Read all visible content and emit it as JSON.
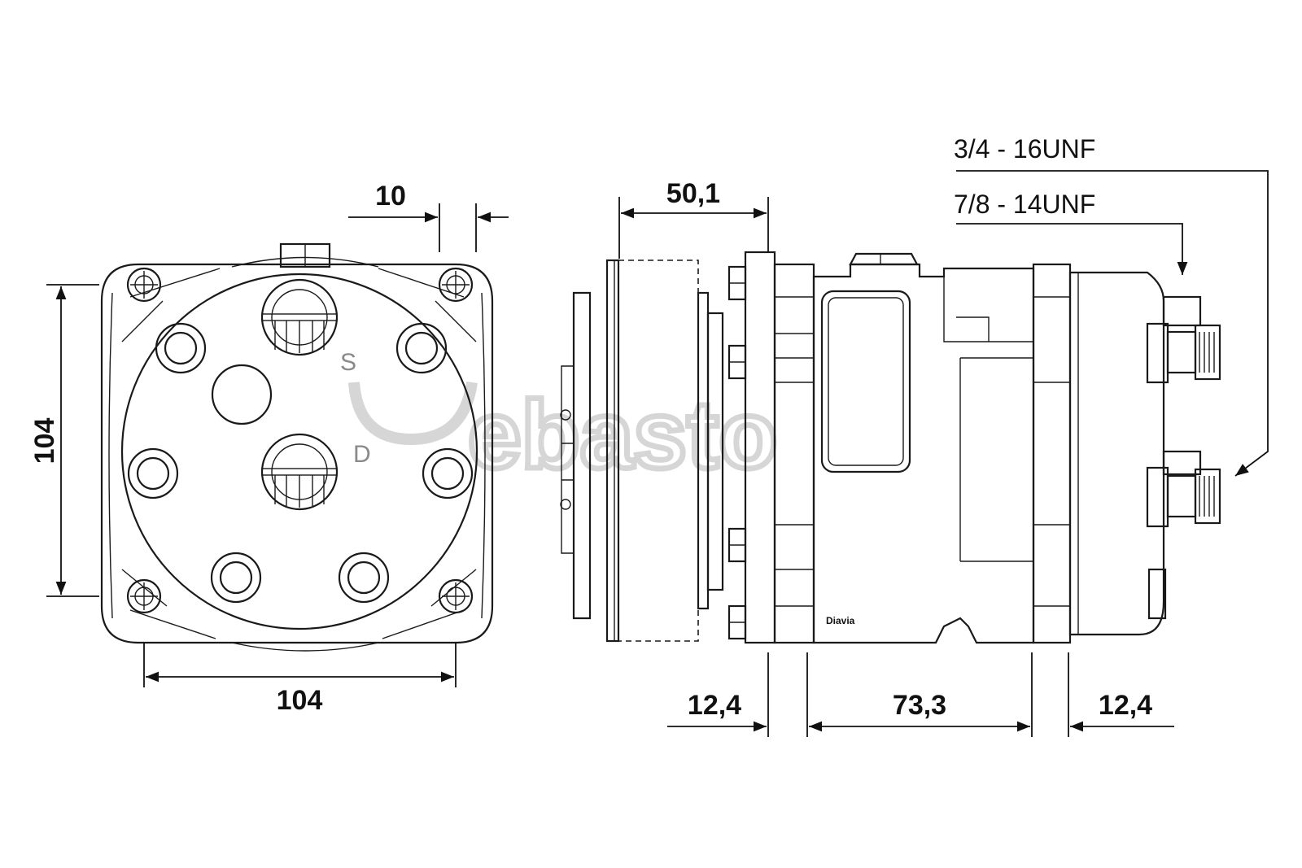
{
  "watermark": {
    "text": "ebasto",
    "color": "#cfcfcf"
  },
  "front_view": {
    "port_suction": "S",
    "port_discharge": "D",
    "dim_width": "104",
    "dim_height": "104",
    "dim_ear": "10"
  },
  "side_view": {
    "dim_clutch": "50,1",
    "dim_flange_front": "12,4",
    "dim_body": "73,3",
    "dim_flange_rear": "12,4",
    "brand_label": "Diavia",
    "thread_suction": "3/4  - 16UNF",
    "thread_discharge": "7/8  - 14UNF"
  },
  "colors": {
    "line": "#1a1a1a",
    "port_text": "#8a8a8a"
  }
}
